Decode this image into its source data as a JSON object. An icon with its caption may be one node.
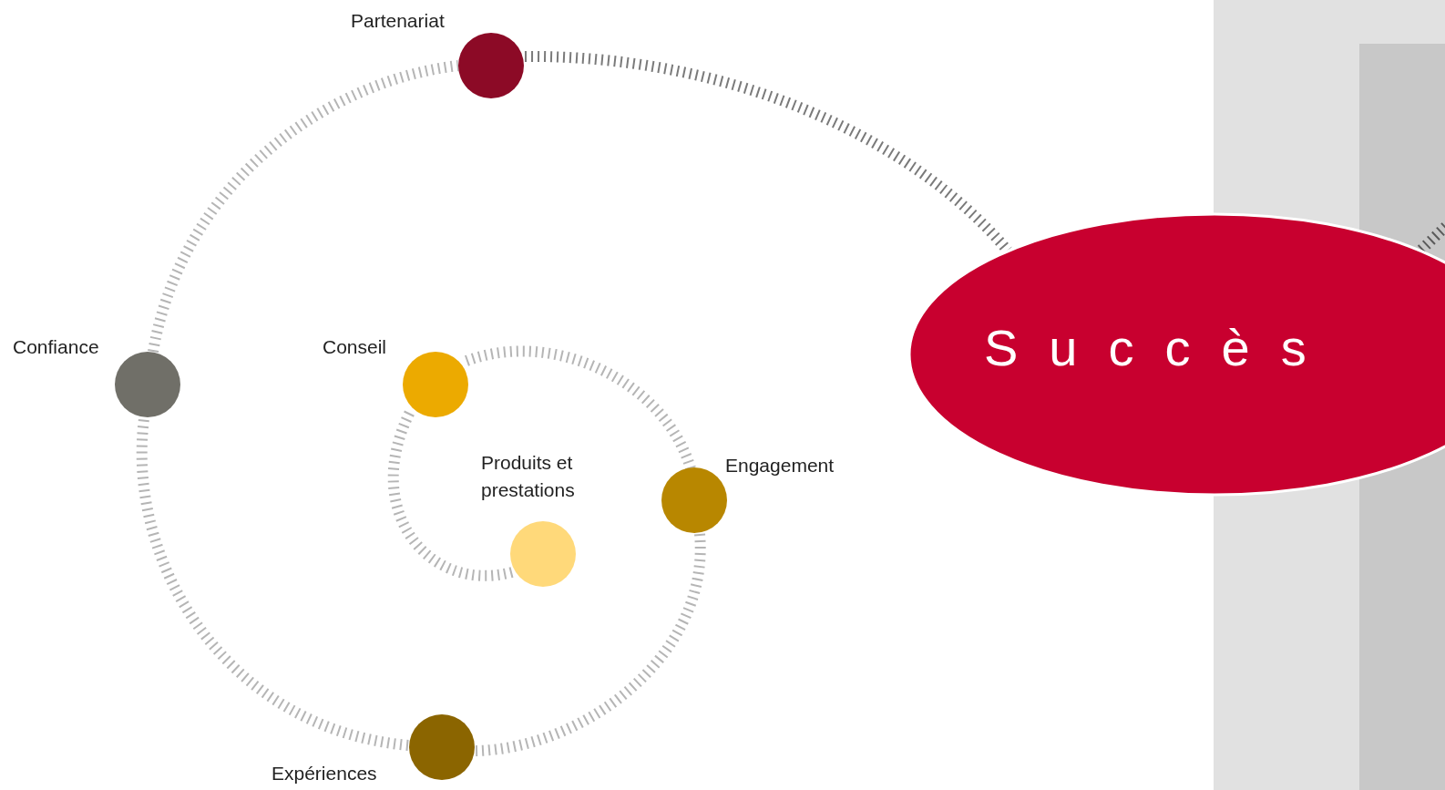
{
  "diagram": {
    "nodes": [
      {
        "text": [
          "Partenariat"
        ]
      },
      {
        "text": [
          "Confiance"
        ]
      },
      {
        "text": [
          "Conseil"
        ]
      },
      {
        "text": [
          "Succès"
        ]
      },
      {
        "text": [
          "Produits et prestations"
        ]
      },
      {
        "text": [
          "Engagement"
        ]
      },
      {
        "text": [
          "Expériences"
        ]
      }
    ],
    "edges": [
      {
        "from": 4,
        "to": 2,
        "arrow": "none",
        "style": "dashed"
      },
      {
        "from": 2,
        "to": 5,
        "arrow": "none",
        "style": "dashed"
      },
      {
        "from": 5,
        "to": 6,
        "arrow": "none",
        "style": "dashed"
      },
      {
        "from": 6,
        "to": 1,
        "arrow": "none",
        "style": "dashed"
      },
      {
        "from": 1,
        "to": 0,
        "arrow": "none",
        "style": "dashed"
      },
      {
        "from": 0,
        "to": 3,
        "arrow": "none",
        "style": "dashed",
        "color": "#7a7a7a"
      },
      {
        "from": 3,
        "to": null,
        "arrow": "none",
        "style": "dashed",
        "color": "#5a5a5a"
      }
    ]
  }
}
